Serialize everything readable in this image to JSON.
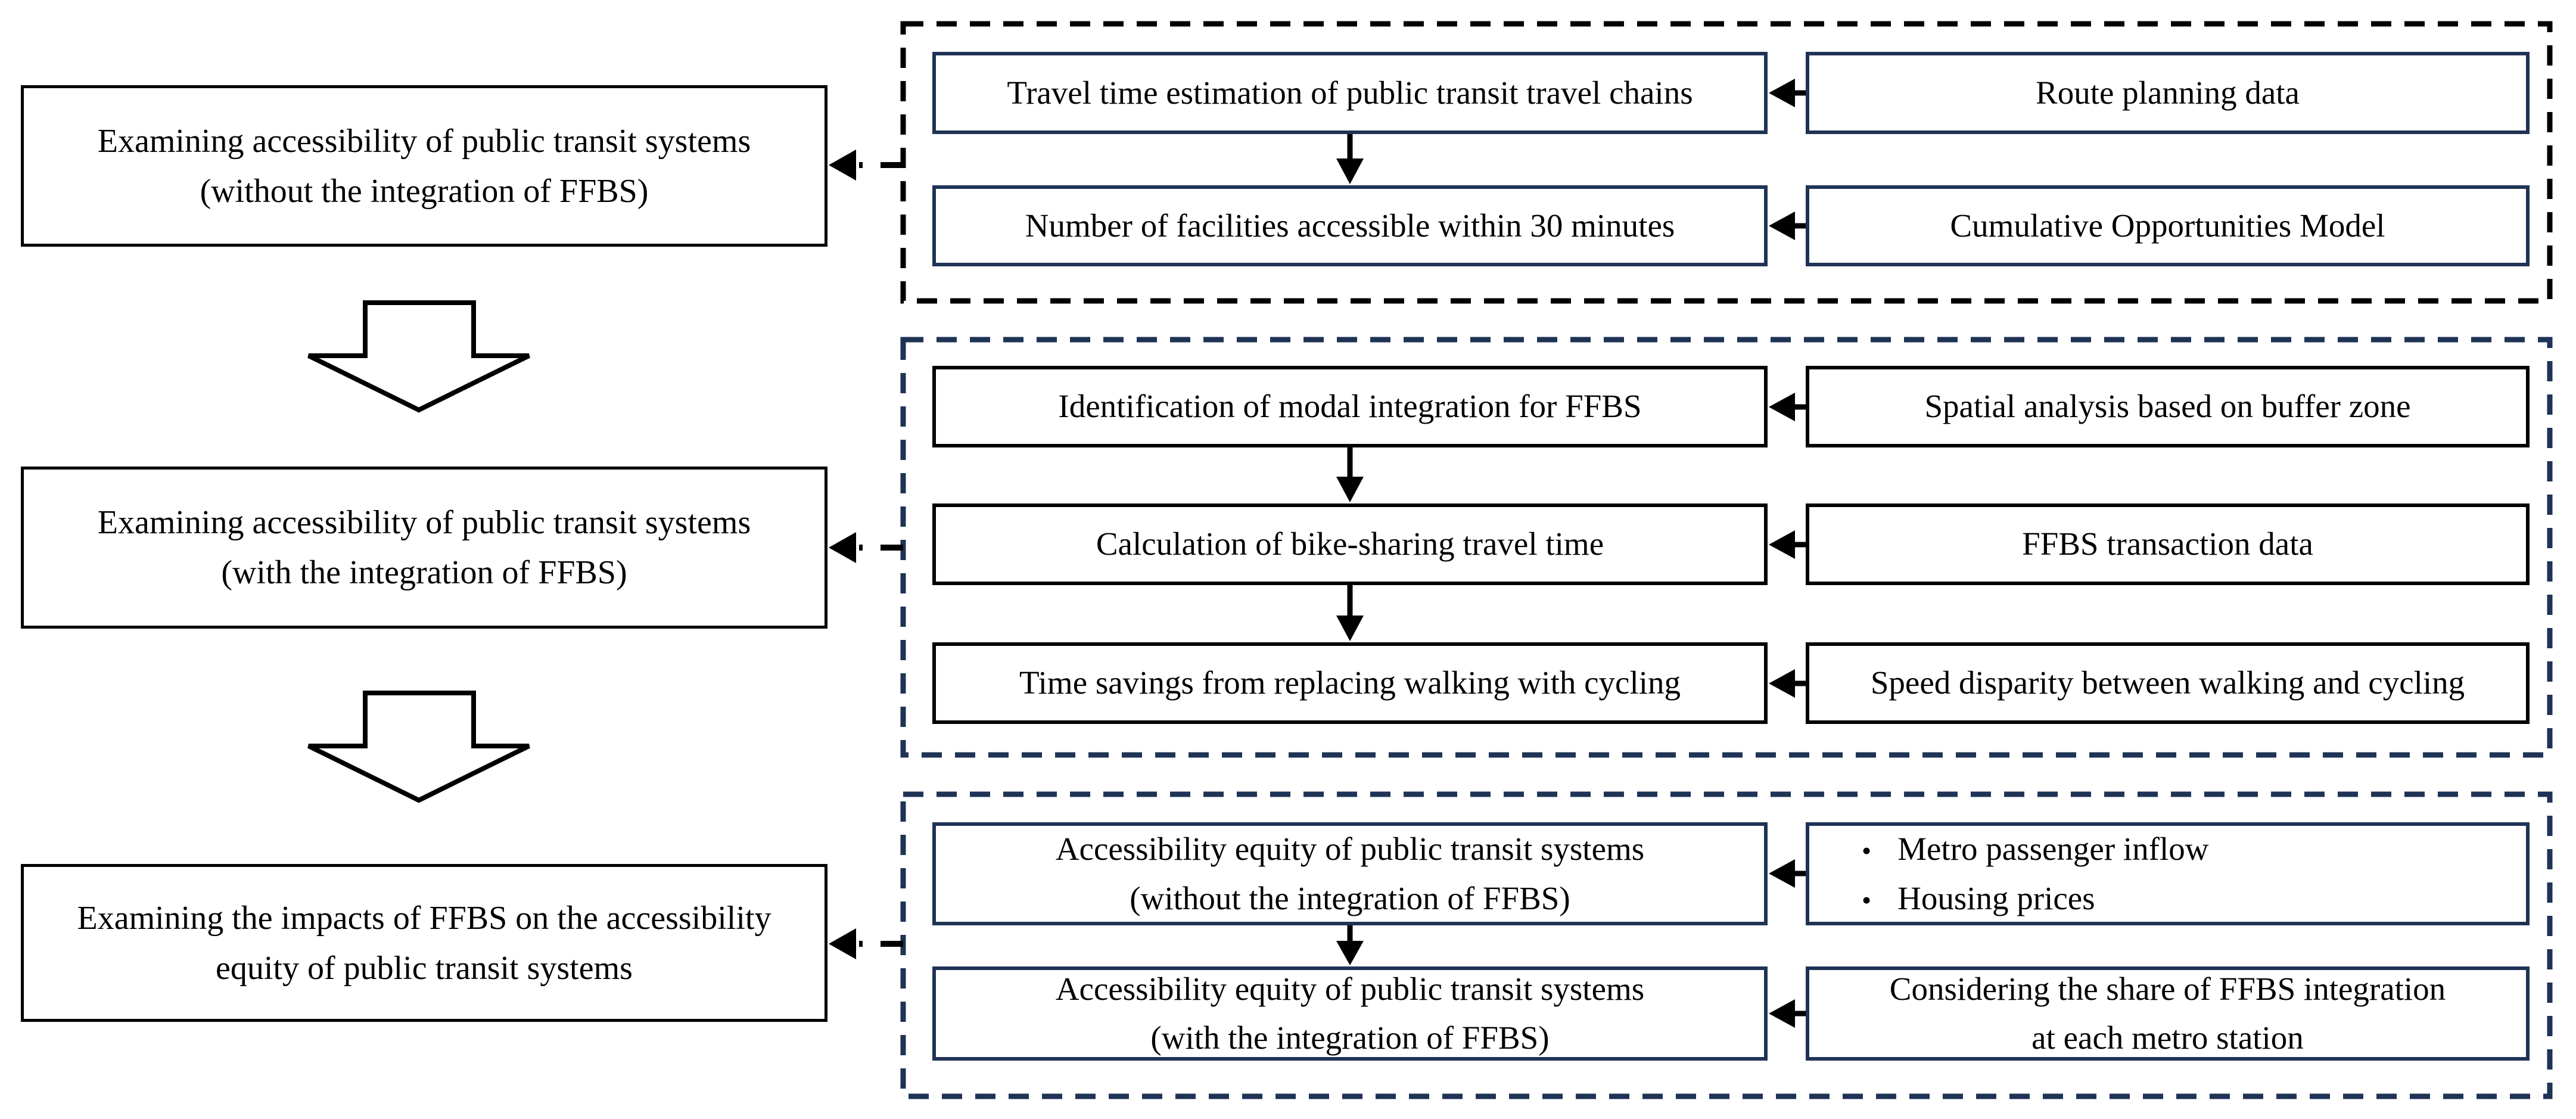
{
  "colors": {
    "navy": "#1f3355",
    "black": "#000000",
    "background": "#ffffff"
  },
  "glyphs": {
    "bullet": "•"
  },
  "left_column": {
    "boxes": [
      {
        "text": "Examining accessibility of public transit systems\n(without the integration of FFBS)"
      },
      {
        "text": "Examining accessibility of public transit systems\n(with the integration of FFBS)"
      },
      {
        "text": "Examining the impacts of FFBS on the accessibility\nequity of public transit systems"
      }
    ]
  },
  "groups": [
    {
      "rows": [
        {
          "process": "Travel time estimation of public transit travel chains",
          "input": "Route planning data"
        },
        {
          "process": "Number of facilities accessible within 30 minutes",
          "input": "Cumulative Opportunities Model"
        }
      ]
    },
    {
      "rows": [
        {
          "process": "Identification of modal integration for FFBS",
          "input": "Spatial analysis based on buffer zone"
        },
        {
          "process": "Calculation of bike-sharing travel time",
          "input": "FFBS transaction data"
        },
        {
          "process": "Time savings from replacing walking with cycling",
          "input": "Speed disparity between walking and cycling"
        }
      ]
    },
    {
      "rows": [
        {
          "process": "Accessibility equity of public transit systems\n(without the integration of FFBS)",
          "input_bullets": [
            "Metro passenger inflow",
            "Housing prices"
          ]
        },
        {
          "process": "Accessibility equity of public transit systems\n(with the integration of FFBS)",
          "input": "Considering the share of FFBS integration\nat each metro station"
        }
      ]
    }
  ]
}
